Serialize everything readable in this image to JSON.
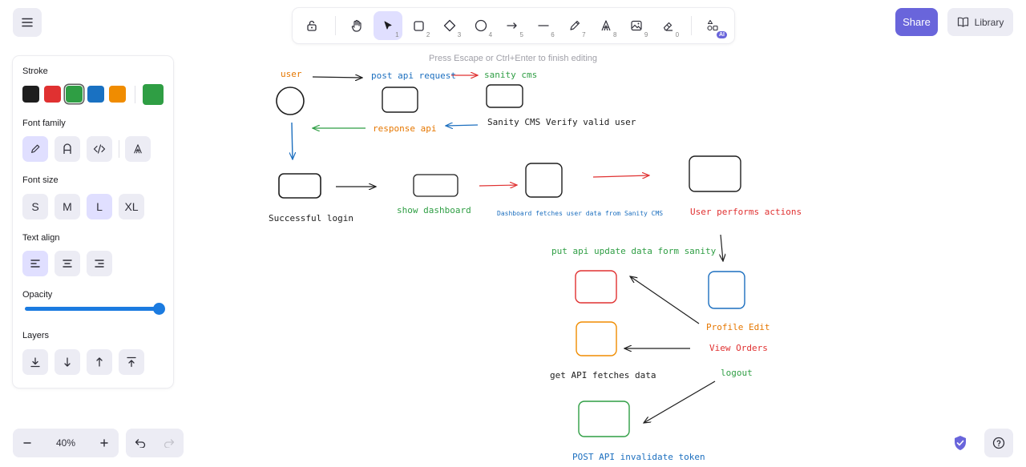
{
  "hint": "Press Escape or Ctrl+Enter to finish editing",
  "toolbar": {
    "tools": [
      {
        "name": "lock",
        "num": ""
      },
      {
        "name": "hand",
        "num": ""
      },
      {
        "name": "selection",
        "num": "1"
      },
      {
        "name": "rectangle",
        "num": "2"
      },
      {
        "name": "diamond",
        "num": "3"
      },
      {
        "name": "ellipse",
        "num": "4"
      },
      {
        "name": "arrow",
        "num": "5"
      },
      {
        "name": "line",
        "num": "6"
      },
      {
        "name": "draw",
        "num": "7"
      },
      {
        "name": "text",
        "num": "8"
      },
      {
        "name": "image",
        "num": "9"
      },
      {
        "name": "eraser",
        "num": "0"
      }
    ],
    "ai_badge": "AI"
  },
  "header": {
    "share_label": "Share",
    "library_label": "Library"
  },
  "properties": {
    "stroke_label": "Stroke",
    "stroke_colors": [
      "#1e1e1e",
      "#e03131",
      "#2f9e44",
      "#1971c2",
      "#f08c00"
    ],
    "stroke_selected": "#2f9e44",
    "font_family_label": "Font family",
    "font_size_label": "Font size",
    "font_sizes": [
      "S",
      "M",
      "L",
      "XL"
    ],
    "font_size_selected": "L",
    "text_align_label": "Text align",
    "opacity_label": "Opacity",
    "opacity_value": 100,
    "layers_label": "Layers"
  },
  "footer": {
    "zoom": "40%"
  },
  "diagram": {
    "labels": {
      "user": "user",
      "post_api_request": "post api request",
      "sanity_cms": "sanity cms",
      "sanity_verify": "Sanity CMS Verify valid user",
      "response_api": "response api",
      "successful_login": "Successful login",
      "show_dashboard": "show dashboard",
      "dashboard_fetches": "Dashboard fetches user data from Sanity CMS",
      "user_performs": "User performs actions",
      "put_api": "put api update data form sanity",
      "profile_edit": "Profile Edit",
      "view_orders": "View Orders",
      "logout": "logout",
      "get_api": "get API fetches data",
      "post_api_invalidate": "POST API invalidate token"
    },
    "colors": {
      "orange": "#e67700",
      "blue": "#1c6fbf",
      "red": "#e03131",
      "green": "#2f9e44",
      "black": "#1e1e1e"
    }
  }
}
